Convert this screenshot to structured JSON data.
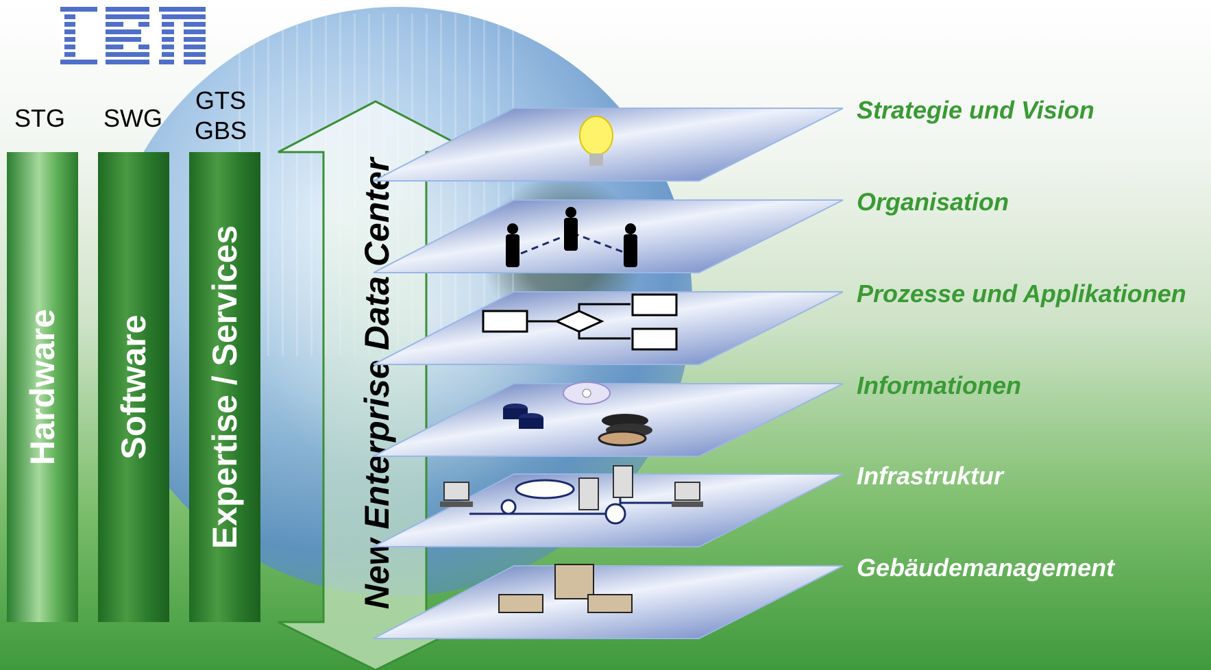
{
  "logo": {
    "text": "IBM"
  },
  "groups": {
    "stg": "STG",
    "swg": "SWG",
    "gts_gbs_line1": "GTS",
    "gts_gbs_line2": "GBS"
  },
  "pillars": {
    "hardware": "Hardware",
    "software": "Software",
    "services": "Expertise / Services"
  },
  "arrow_label": "New Enterprise Data Center",
  "layers": [
    {
      "label": "Strategie und Vision",
      "icon": "lightbulb-icon",
      "color": "#3a9a34"
    },
    {
      "label": "Organisation",
      "icon": "people-network-icon",
      "color": "#3a9a34"
    },
    {
      "label": "Prozesse und Applikationen",
      "icon": "flowchart-icon",
      "color": "#3a9a34"
    },
    {
      "label": "Informationen",
      "icon": "data-storage-icon",
      "color": "#3a9a34"
    },
    {
      "label": "Infrastruktur",
      "icon": "network-icon",
      "color": "#ffffff"
    },
    {
      "label": "Gebäudemanagement",
      "icon": "buildings-icon",
      "color": "#ffffff"
    }
  ]
}
